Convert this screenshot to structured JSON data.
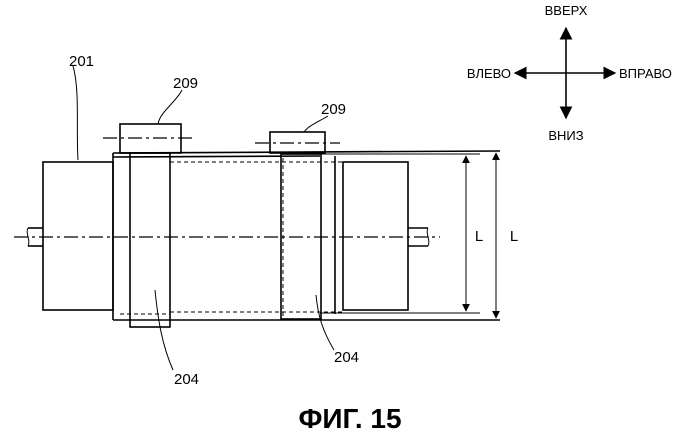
{
  "labels": {
    "body": "201",
    "roller_top_left": "209",
    "roller_top_right": "209",
    "band_bottom_left": "204",
    "band_bottom_right": "204",
    "dim_inner": "L",
    "dim_outer": "L"
  },
  "compass": {
    "up": "ВВЕРХ",
    "down": "ВНИЗ",
    "left": "ВЛЕВО",
    "right": "ВПРАВО"
  },
  "caption": "ФИГ. 15"
}
